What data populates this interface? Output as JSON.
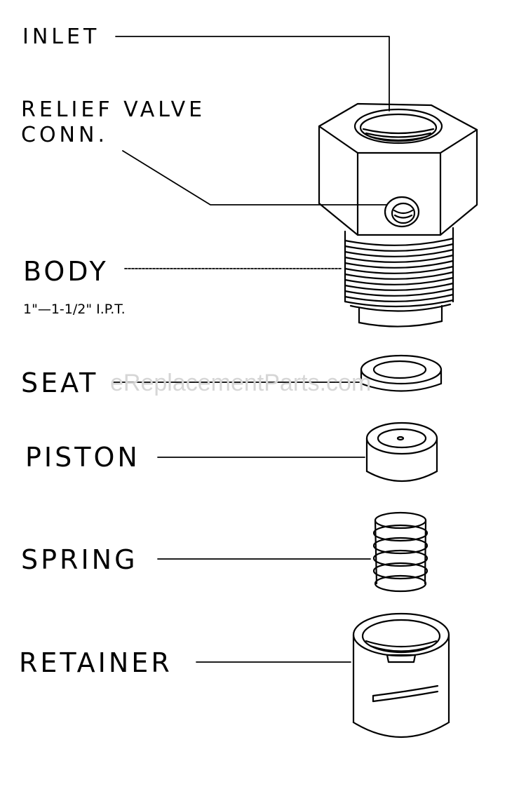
{
  "labels": {
    "inlet": "INLET",
    "relief_valve_line1": "RELIEF VALVE",
    "relief_valve_line2": "CONN.",
    "body": "BODY",
    "body_size": "1\"—1-1/2\" I.P.T.",
    "seat": "SEAT",
    "piston": "PISTON",
    "spring": "SPRING",
    "retainer": "RETAINER"
  },
  "watermark": "eReplacementParts.com",
  "colors": {
    "ink": "#000000",
    "paper": "#ffffff",
    "watermark": "#d6d6d6"
  }
}
